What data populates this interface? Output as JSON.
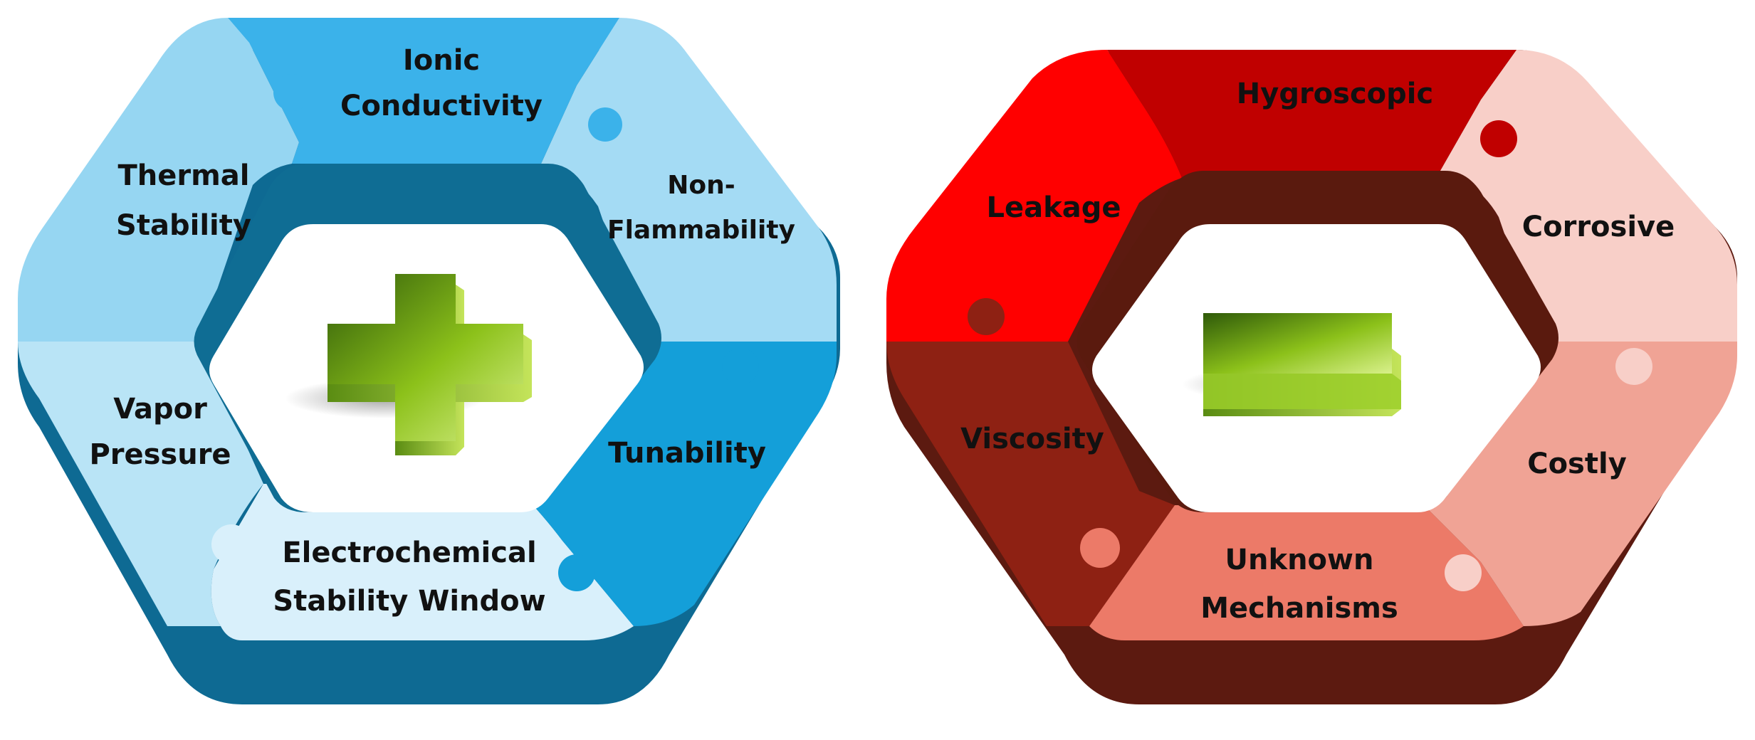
{
  "diagram": {
    "pros": {
      "symbol": "plus-icon",
      "colors": {
        "side": "#0e6a93",
        "hole_inner": "#0f6d94",
        "ionic_conductivity": "#3bb2ea",
        "non_flammability": "#a4dbf4",
        "tunability": "#149fd9",
        "electrochemical_stability": "#d9f0fb",
        "vapor_pressure": "#b9e4f6",
        "thermal_stability": "#96d6f2"
      },
      "segments": [
        {
          "key": "ionic_conductivity",
          "lines": [
            "Ionic",
            "Conductivity"
          ]
        },
        {
          "key": "non_flammability",
          "lines": [
            "Non-",
            "Flammability"
          ]
        },
        {
          "key": "tunability",
          "lines": [
            "Tunability"
          ]
        },
        {
          "key": "electrochemical_stability",
          "lines": [
            "Electrochemical",
            "Stability Window"
          ]
        },
        {
          "key": "vapor_pressure",
          "lines": [
            "Vapor",
            "Pressure"
          ]
        },
        {
          "key": "thermal_stability",
          "lines": [
            "Thermal",
            "Stability"
          ]
        }
      ]
    },
    "cons": {
      "symbol": "minus-icon",
      "colors": {
        "side": "#5c1a10",
        "hole_inner": "#5a1a0e",
        "hygroscopic": "#c00000",
        "corrosive": "#f8cfc8",
        "costly": "#f0a395",
        "unknown_mechanisms": "#ec7a68",
        "viscosity": "#8e2113",
        "leakage": "#ff0000"
      },
      "segments": [
        {
          "key": "hygroscopic",
          "lines": [
            "Hygroscopic"
          ]
        },
        {
          "key": "corrosive",
          "lines": [
            "Corrosive"
          ]
        },
        {
          "key": "costly",
          "lines": [
            "Costly"
          ]
        },
        {
          "key": "unknown_mechanisms",
          "lines": [
            "Unknown",
            "Mechanisms"
          ]
        },
        {
          "key": "viscosity",
          "lines": [
            "Viscosity"
          ]
        },
        {
          "key": "leakage",
          "lines": [
            "Leakage"
          ]
        }
      ]
    },
    "symbol_colors": {
      "dark": "#2f5a0a",
      "light": "#d8f08a",
      "mid": "#8cc11a"
    }
  }
}
